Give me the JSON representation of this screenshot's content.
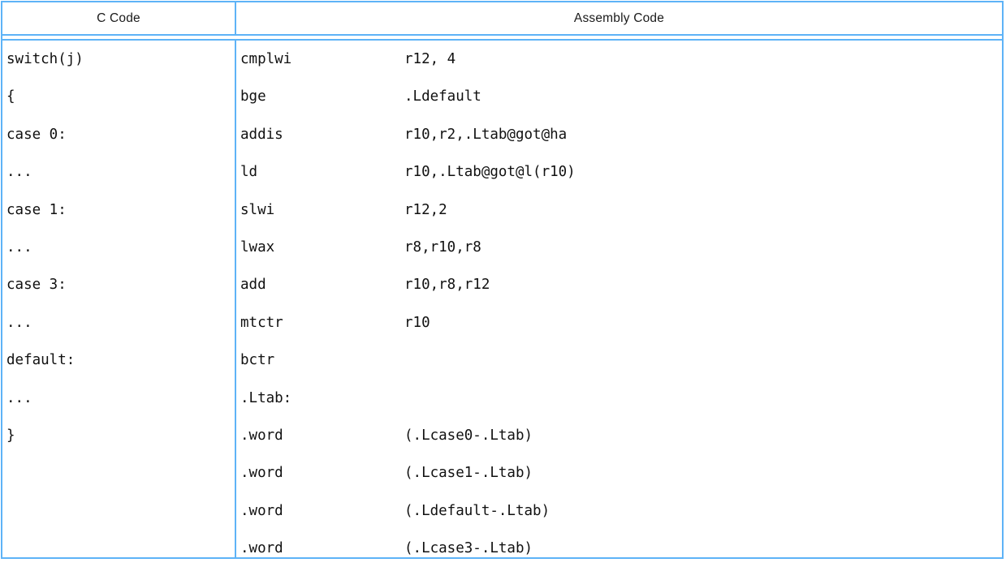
{
  "theme": {
    "rule_color": "#5eb3f7",
    "text_color": "#111111",
    "background": "#ffffff"
  },
  "table": {
    "headers": {
      "c_code": "C Code",
      "assembly_code": "Assembly Code"
    },
    "c_code_lines": [
      "switch(j)",
      "{",
      "case 0:",
      "...",
      "case 1:",
      "...",
      "case 3:",
      "...",
      "default:",
      "...",
      "}"
    ],
    "assembly_lines": [
      {
        "mnemonic": "cmplwi",
        "operand": "r12, 4"
      },
      {
        "mnemonic": "bge",
        "operand": ".Ldefault"
      },
      {
        "mnemonic": "addis",
        "operand": "r10,r2,.Ltab@got@ha"
      },
      {
        "mnemonic": "ld",
        "operand": "r10,.Ltab@got@l(r10)"
      },
      {
        "mnemonic": "slwi",
        "operand": "r12,2"
      },
      {
        "mnemonic": "lwax",
        "operand": "r8,r10,r8"
      },
      {
        "mnemonic": "add",
        "operand": "r10,r8,r12"
      },
      {
        "mnemonic": "mtctr",
        "operand": "r10"
      },
      {
        "mnemonic": "bctr",
        "operand": ""
      },
      {
        "mnemonic": ".Ltab:",
        "operand": ""
      },
      {
        "mnemonic": ".word",
        "operand": "(.Lcase0-.Ltab)"
      },
      {
        "mnemonic": ".word",
        "operand": "(.Lcase1-.Ltab)"
      },
      {
        "mnemonic": ".word",
        "operand": "(.Ldefault-.Ltab)"
      },
      {
        "mnemonic": ".word",
        "operand": "(.Lcase3-.Ltab)"
      }
    ]
  }
}
